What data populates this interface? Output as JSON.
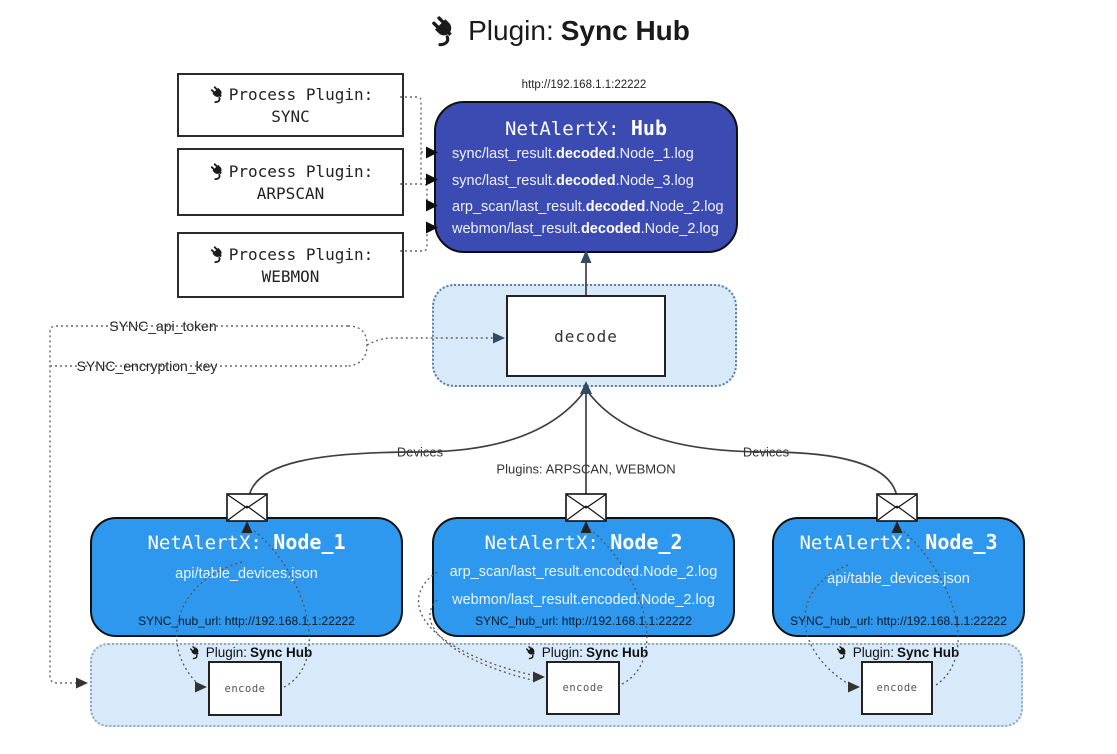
{
  "title": {
    "prefix": "Plugin:",
    "name": "Sync Hub"
  },
  "process_plugins": [
    {
      "label": "Process Plugin:",
      "name": "SYNC"
    },
    {
      "label": "Process Plugin:",
      "name": "ARPSCAN"
    },
    {
      "label": "Process Plugin:",
      "name": "WEBMON"
    }
  ],
  "hub": {
    "url": "http://192.168.1.1:22222",
    "title_prefix": "NetAlertX:",
    "title_name": "Hub",
    "logs": [
      {
        "pre": "sync/last_result.",
        "bold": "decoded",
        "post": ".Node_1.log"
      },
      {
        "pre": "sync/last_result.",
        "bold": "decoded",
        "post": ".Node_3.log"
      },
      {
        "pre": "arp_scan/last_result.",
        "bold": "decoded",
        "post": ".Node_2.log"
      },
      {
        "pre": "webmon/last_result.",
        "bold": "decoded",
        "post": ".Node_2.log"
      }
    ]
  },
  "decode": {
    "label": "decode"
  },
  "keys": {
    "api_token": "SYNC_api_token",
    "encryption_key": "SYNC_encryption_key"
  },
  "edge_labels": {
    "left": "Devices",
    "center": "Plugins: ARPSCAN, WEBMON",
    "right": "Devices"
  },
  "nodes": [
    {
      "title_prefix": "NetAlertX:",
      "title_name": "Node_1",
      "files": [
        "api/table_devices.json"
      ],
      "hub_url": "SYNC_hub_url: http://192.168.1.1:22222"
    },
    {
      "title_prefix": "NetAlertX:",
      "title_name": "Node_2",
      "files": [
        "arp_scan/last_result.encoded.Node_2.log",
        "webmon/last_result.encoded.Node_2.log"
      ],
      "hub_url": "SYNC_hub_url: http://192.168.1.1:22222"
    },
    {
      "title_prefix": "NetAlertX:",
      "title_name": "Node_3",
      "files": [
        "api/table_devices.json"
      ],
      "hub_url": "SYNC_hub_url: http://192.168.1.1:22222"
    }
  ],
  "encode_sections": [
    {
      "prefix": "Plugin:",
      "name": "Sync Hub",
      "box_label": "encode"
    },
    {
      "prefix": "Plugin:",
      "name": "Sync Hub",
      "box_label": "encode"
    },
    {
      "prefix": "Plugin:",
      "name": "Sync Hub",
      "box_label": "encode"
    }
  ],
  "colors": {
    "hub_fill": "#3c4bb2",
    "node_fill": "#2e97ee",
    "band_fill": "#d8e9f9",
    "arrow_dark": "#344a63",
    "line": "#3f3f3f"
  }
}
